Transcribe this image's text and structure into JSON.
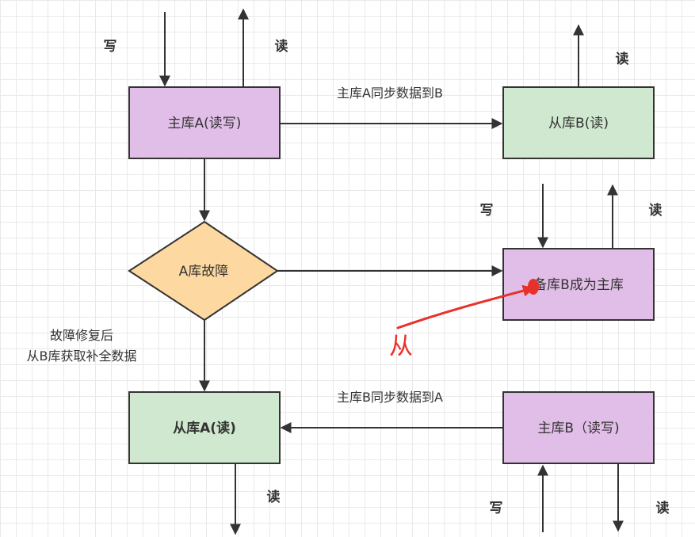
{
  "colors": {
    "purple_fill": "#e1bee7",
    "green_fill": "#cfe8cf",
    "orange_fill": "#fdd8a0",
    "stroke": "#333333",
    "annotation_red": "#e8312a"
  },
  "nodes": {
    "master_a": "主库A(读写)",
    "slave_b": "从库B(读)",
    "a_fault": "A库故障",
    "b_promoted": "备库B成为主库",
    "slave_a": "从库A(读)",
    "master_b": "主库B（读写)"
  },
  "edges": {
    "sync_a_to_b": "主库A同步数据到B",
    "sync_b_to_a": "主库B同步数据到A",
    "recover_line1": "故障修复后",
    "recover_line2": "从B库获取补全数据"
  },
  "io_labels": {
    "write": "写",
    "read": "读"
  },
  "annotation": {
    "text": "从"
  }
}
